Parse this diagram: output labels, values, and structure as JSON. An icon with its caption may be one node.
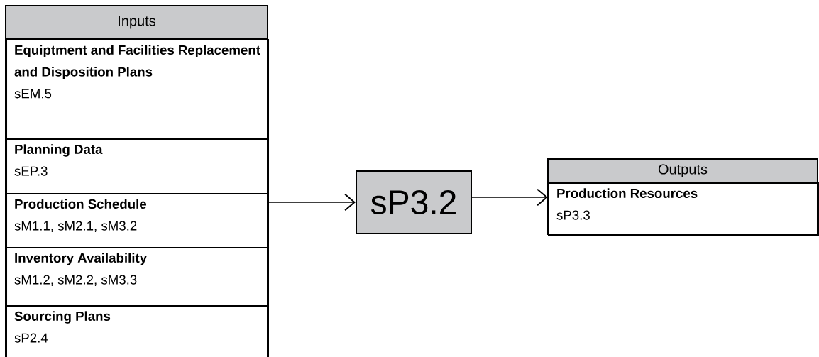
{
  "diagram": {
    "nodes": [
      {
        "text": [
          "Inputs"
        ]
      },
      {
        "text": [
          "Equiptment and Facilities Replacement and Disposition Plans",
          "sEM.5"
        ],
        "in": 0
      },
      {
        "text": [
          "Planning Data",
          "sEP.3"
        ],
        "in": 0
      },
      {
        "text": [
          "Production Schedule",
          "sM1.1, sM2.1, sM3.2"
        ],
        "in": 0
      },
      {
        "text": [
          "Inventory Availability",
          "sM1.2, sM2.2, sM3.3"
        ],
        "in": 0
      },
      {
        "text": [
          "Sourcing Plans",
          "sP2.4"
        ],
        "in": 0
      },
      {
        "text": [
          "sP3.2"
        ]
      },
      {
        "text": [
          "Outputs"
        ]
      },
      {
        "text": [
          "Production Resources",
          "sP3.3"
        ],
        "in": 7
      }
    ],
    "edges": [
      {
        "from": 0,
        "to": 6,
        "arrow": "to"
      },
      {
        "from": 6,
        "to": 7,
        "arrow": "to"
      }
    ]
  }
}
